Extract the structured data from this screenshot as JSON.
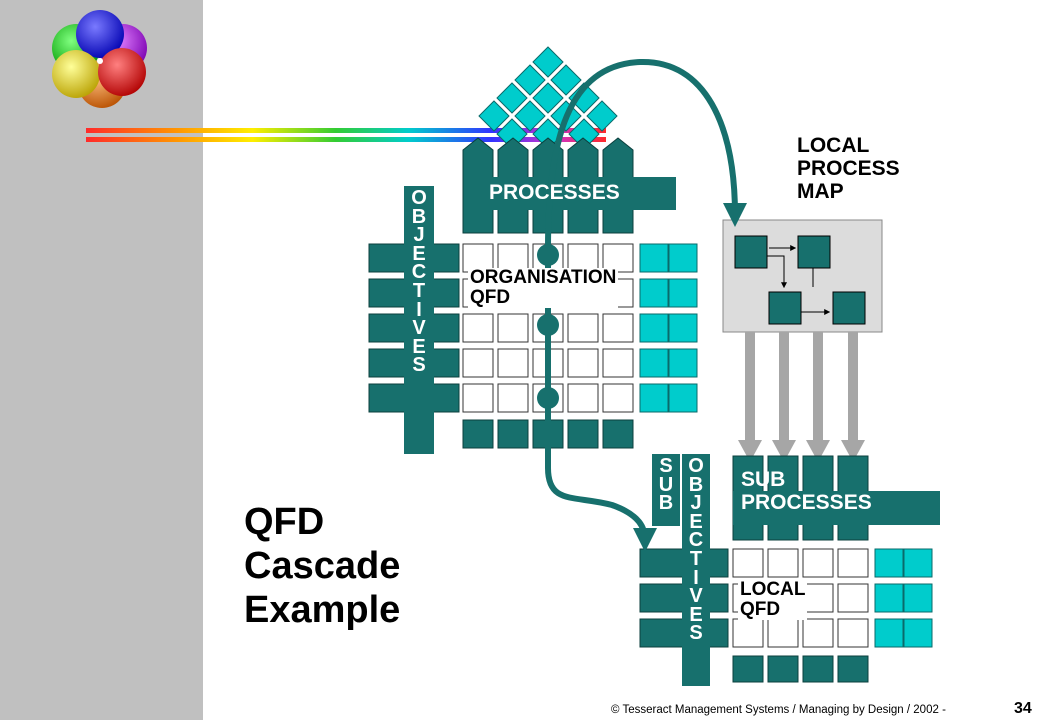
{
  "title_lines": [
    "QFD",
    "Cascade",
    "Example"
  ],
  "labels": {
    "processes": "PROCESSES",
    "objectives_letters": [
      "O",
      "B",
      "J",
      "E",
      "C",
      "T",
      "I",
      "V",
      "E",
      "S"
    ],
    "organisation_qfd": [
      "ORGANISATION",
      "QFD"
    ],
    "local_process_map": [
      "LOCAL",
      "PROCESS",
      "MAP"
    ],
    "sub_letters": [
      "S",
      "U",
      "B"
    ],
    "sub_objectives_letters": [
      "O",
      "B",
      "J",
      "E",
      "C",
      "T",
      "I",
      "V",
      "E",
      "S"
    ],
    "sub_processes": [
      "SUB",
      "PROCESSES"
    ],
    "local_qfd": [
      "LOCAL",
      "QFD"
    ]
  },
  "footer": "© Tesseract Management Systems / Managing by Design / 2002  -",
  "page_number": "34",
  "colors": {
    "teal": "#17706d",
    "cyan": "#00cccc",
    "sidebar": "#c0c0c0",
    "map_box": "#dcdcdc",
    "arrow_grey": "#a6a6a6"
  },
  "icons": [
    "color-spheres-logo",
    "rainbow-lines"
  ]
}
